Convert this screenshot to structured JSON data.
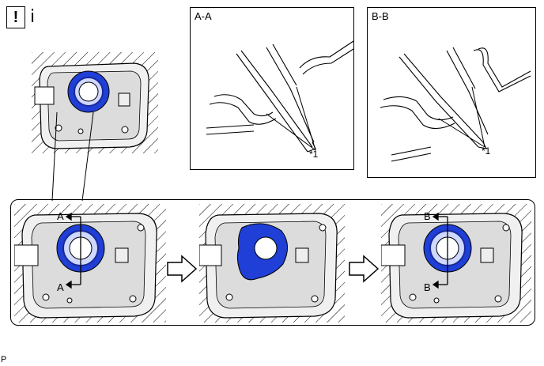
{
  "header": {
    "warning_symbol": "!",
    "info_symbol": "i"
  },
  "sections": [
    {
      "label": "A-A",
      "callout": "*1"
    },
    {
      "label": "B-B",
      "callout": "*1"
    }
  ],
  "cut_marks": {
    "first_top": "A",
    "first_bottom": "A",
    "third_top": "B",
    "third_bottom": "B"
  },
  "footer": {
    "code": "P"
  },
  "colors": {
    "seal_blue": "#1f3fd6",
    "line": "#000000",
    "shade": "#d9d9d9"
  }
}
